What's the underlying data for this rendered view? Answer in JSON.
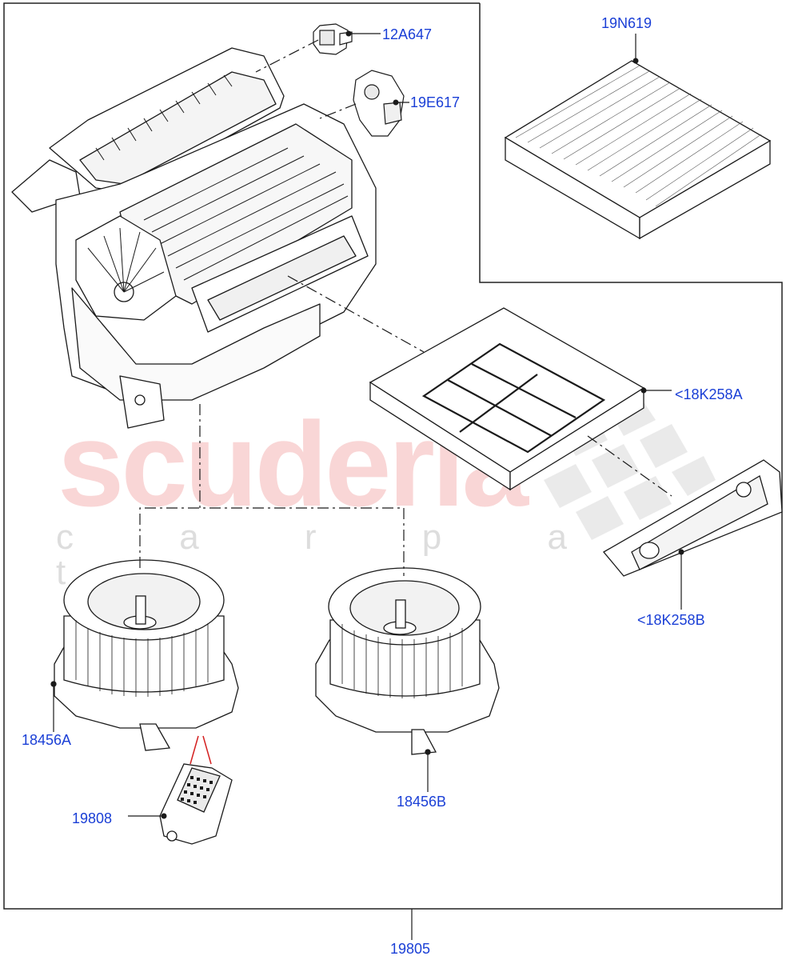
{
  "watermark": {
    "brand": "scuderia",
    "tagline": "c a r p a r t s"
  },
  "callouts": {
    "c12A647": "12A647",
    "c19E617": "19E617",
    "c19N619": "19N619",
    "c18K258A": "<18K258A",
    "c18K258B": "<18K258B",
    "c18456A": "18456A",
    "c18456B": "18456B",
    "c19808": "19808",
    "c19805": "19805"
  },
  "colors": {
    "callout_text": "#1a3fd6",
    "line_art": "#1a1a1a",
    "leader_red": "#d42020",
    "watermark_red": "#ec7878"
  }
}
